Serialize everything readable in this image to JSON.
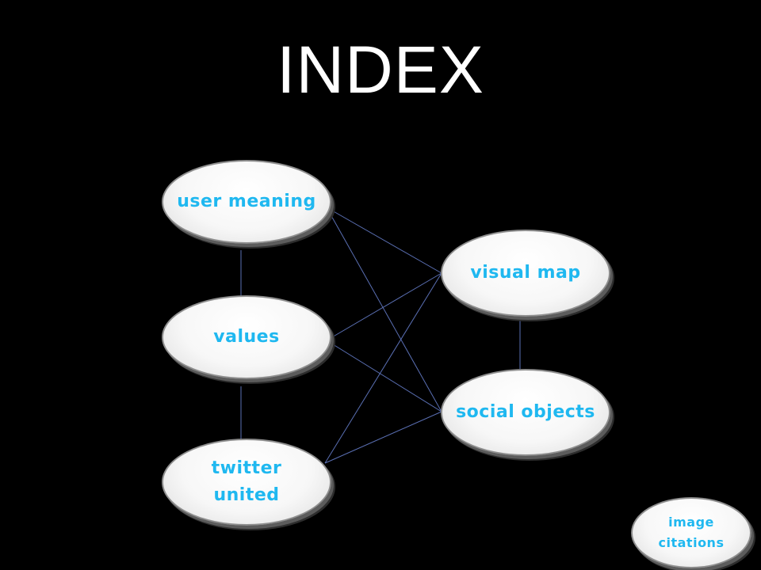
{
  "title": "INDEX",
  "colors": {
    "background": "#000000",
    "node_text": "#1fb8f0",
    "link": "#5a6fb3"
  },
  "nodes": {
    "user_meaning": "user meaning",
    "values": "values",
    "twitter_united": "twitter\nunited",
    "visual_map": "visual map",
    "social_objects": "social objects",
    "image_citations": "image\ncitations"
  }
}
